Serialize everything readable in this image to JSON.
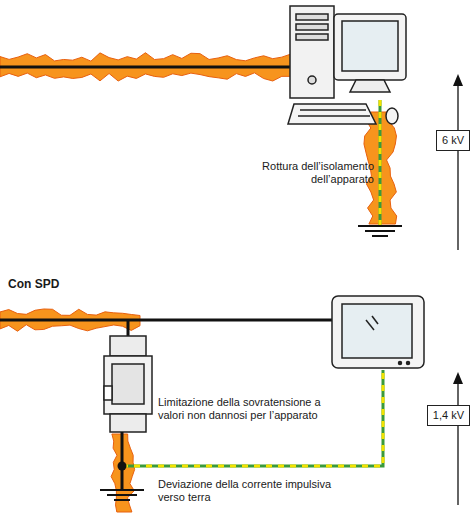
{
  "diagram": {
    "nodes": [
      {
        "text": [
          "6 kV"
        ]
      },
      {
        "text": [
          "1,4 kV"
        ]
      }
    ],
    "labels": [
      "Rottura dell’isolamento dell’apparato",
      "Con SPD",
      "Limitazione della sovratensione a valori non dannosi per l’apparato",
      "Deviazione della corrente impulsiva verso terra"
    ]
  }
}
